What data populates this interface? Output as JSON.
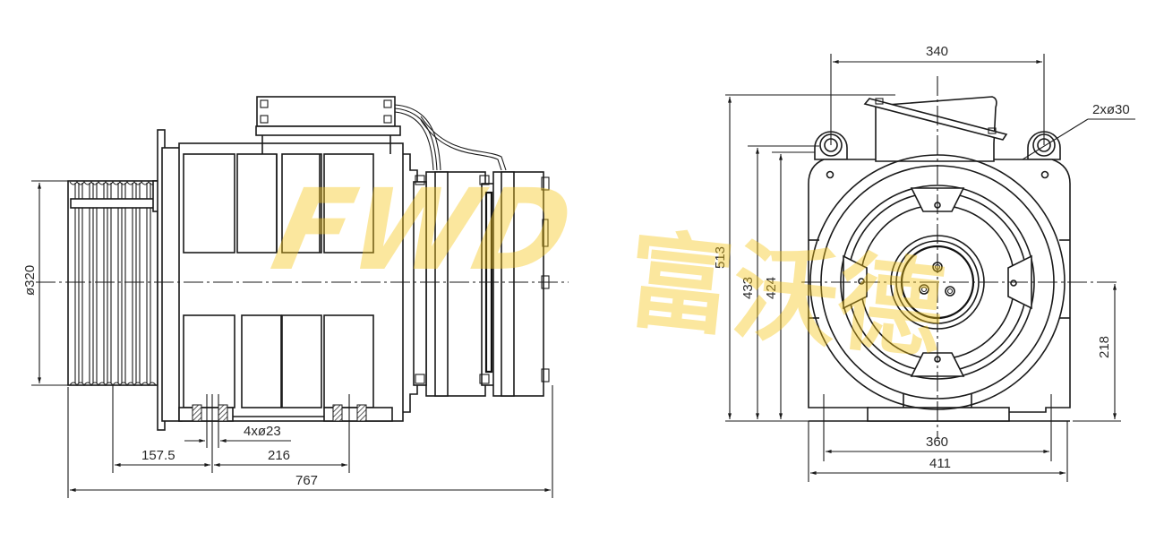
{
  "drawing": {
    "subject": "Gearless traction machine outline drawing",
    "side_view": {
      "dimensions": {
        "sheave_diameter": "ø320",
        "mounting_hole_spec": "4xø23",
        "sheave_to_hole_offset": "157.5",
        "hole_spacing": "216",
        "overall_length": "767"
      }
    },
    "front_view": {
      "dimensions": {
        "lifting_eye_spacing": "340",
        "lifting_eye_holes": "2xø30",
        "overall_height": "513",
        "eye_height": "433",
        "body_height": "424",
        "shaft_center_height": "218",
        "base_hole_spacing": "360",
        "overall_width": "411"
      }
    },
    "watermark": {
      "latin": "FWD",
      "chinese": "富沃德",
      "color": "#f5c518"
    },
    "colors": {
      "line": "#1a1a1a",
      "background": "#ffffff",
      "text": "#2a2a2a"
    }
  }
}
